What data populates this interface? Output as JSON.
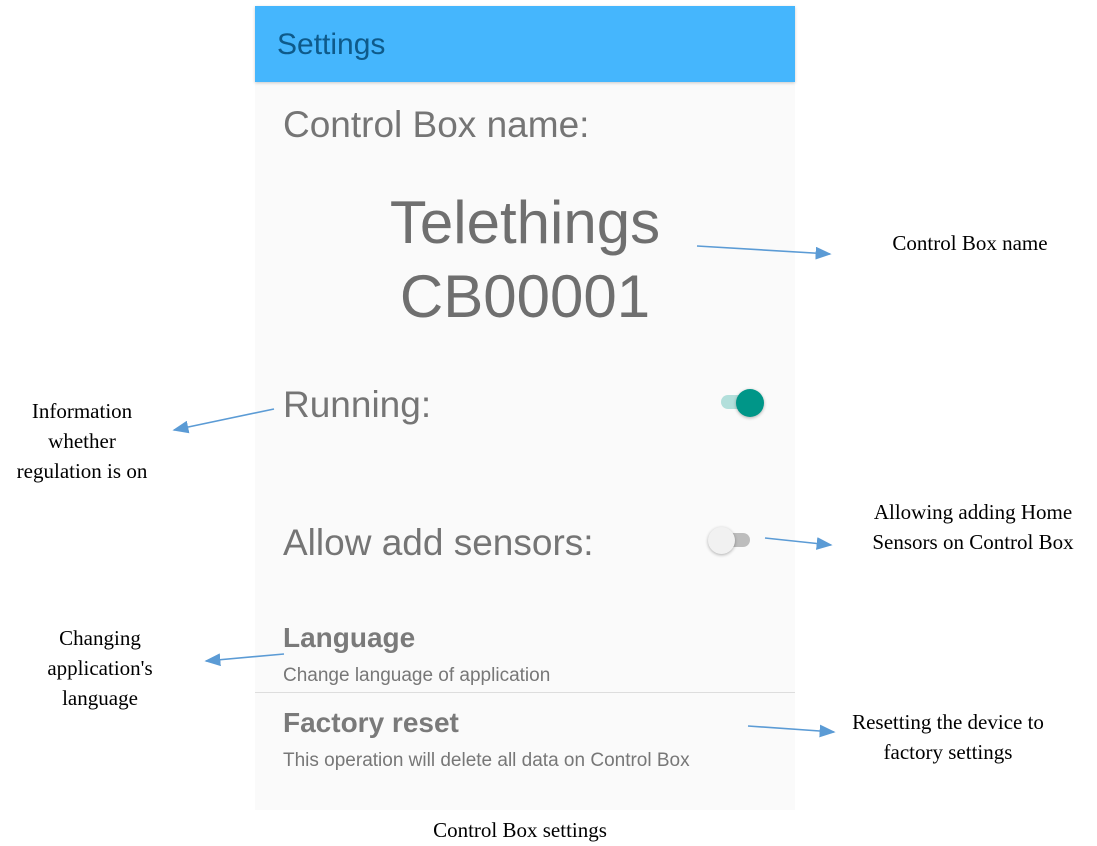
{
  "app_bar": {
    "title": "Settings",
    "color": "#45b6fd"
  },
  "settings": {
    "name_label": "Control Box name:",
    "name_line1": "Telethings",
    "name_line2": "CB00001",
    "running_label": "Running:",
    "running_on": true,
    "allow_label": "Allow add sensors:",
    "allow_on": false,
    "language_title": "Language",
    "language_sub": "Change language of application",
    "reset_title": "Factory reset",
    "reset_sub": "This operation will delete all data on Control Box"
  },
  "annotations": {
    "name": "Control Box name",
    "running": [
      "Information",
      "whether",
      "regulation is on"
    ],
    "sensors": [
      "Allowing adding Home",
      "Sensors on Control Box"
    ],
    "language": [
      "Changing",
      "application's",
      "language"
    ],
    "reset": [
      "Resetting the device to",
      "factory settings"
    ]
  },
  "caption": "Control Box settings",
  "colors": {
    "switch_on": "#009688",
    "arrow": "#5b9bd5"
  }
}
